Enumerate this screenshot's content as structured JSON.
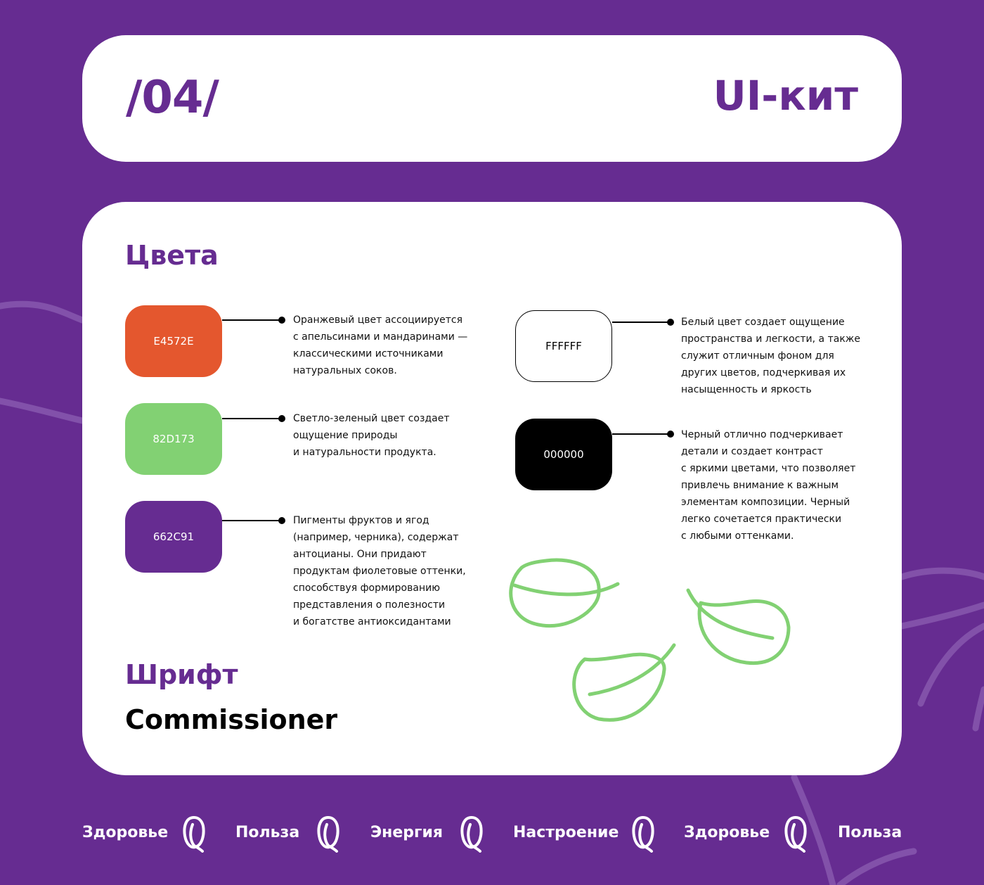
{
  "colors": {
    "background": "#662C91",
    "card": "#FFFFFF",
    "accent_green": "#82D173"
  },
  "header": {
    "number": "/04/",
    "title": "UI-кит"
  },
  "palette": {
    "title": "Цвета",
    "swatches": [
      {
        "hex": "E4572E",
        "color": "#E4572E",
        "text_color": "#FFFFFF",
        "description": "Оранжевый цвет ассоциируется\nс апельсинами и мандаринами —\nклассическими источниками\nнатуральных соков."
      },
      {
        "hex": "82D173",
        "color": "#82D173",
        "text_color": "#FFFFFF",
        "description": "Светло-зеленый цвет создает\nощущение природы\nи натуральности продукта."
      },
      {
        "hex": "662C91",
        "color": "#662C91",
        "text_color": "#FFFFFF",
        "description": "Пигменты фруктов и ягод\n(например, черника), содержат\nантоцианы. Они придают\nпродуктам фиолетовые оттенки,\nспособствуя формированию\nпредставления о полезности\nи богатстве антиоксидантами"
      },
      {
        "hex": "FFFFFF",
        "color": "#FFFFFF",
        "text_color": "#000000",
        "description": "Белый цвет создает ощущение\nпространства и легкости, а также\nслужит отличным фоном для\nдругих цветов, подчеркивая их\nнасыщенность и яркость"
      },
      {
        "hex": "000000",
        "color": "#000000",
        "text_color": "#FFFFFF",
        "description": "Черный отлично подчеркивает\nдетали и создает контраст\nс яркими цветами, что позволяет\nпривлечь внимание к важным\nэлементам композиции. Черный\nлегко сочетается практически\nс любыми оттенками."
      }
    ]
  },
  "font": {
    "title": "Шрифт",
    "name": "Commissioner"
  },
  "footer": {
    "words": [
      "Здоровье",
      "Польза",
      "Энергия",
      "Настроение",
      "Здоровье",
      "Польза"
    ],
    "logo_icon": "leaf-logo-icon"
  }
}
